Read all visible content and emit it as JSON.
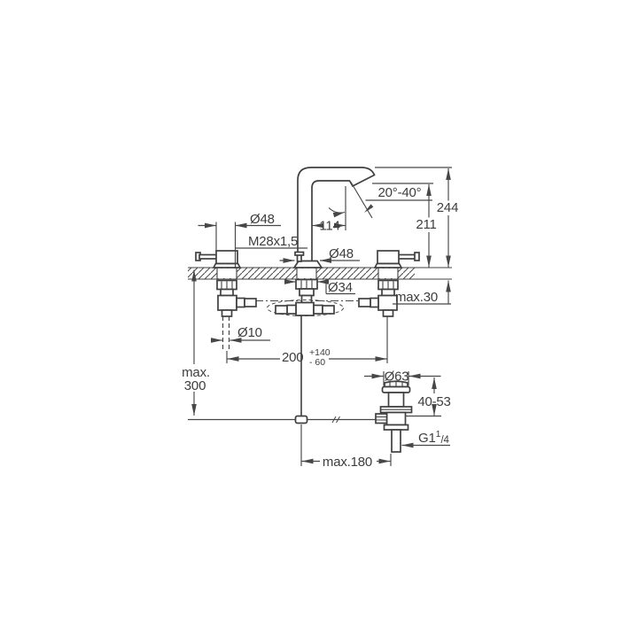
{
  "meta": {
    "background": "#ffffff",
    "line_color": "#404040",
    "text_color": "#3d3d3d",
    "drawing_type": "technical-dimension-drawing",
    "subject": "three-hole basin mixer faucet with pop-up waste, side elevation"
  },
  "labels": {
    "handle_diameter": "Ø48",
    "thread_top": "M28x1,5",
    "spout_reach": "114",
    "angle_range": "20°-40°",
    "height_total": "244",
    "height_outlet": "211",
    "base_diameter": "Ø48",
    "shank_diameter": "Ø34",
    "deck_thickness": "max.30",
    "rod_diameter": "Ø10",
    "hole_distance": "200",
    "hole_distance_tol_plus": "+140",
    "hole_distance_tol_minus": "- 60",
    "depth_max_line1": "max.",
    "depth_max_line2": "300",
    "waste_flange_diameter": "Ø63",
    "waste_height_range": "40-53",
    "waste_thread_main": "G1",
    "waste_thread_sup": "1",
    "waste_thread_frac": "/4",
    "rod_reach": "max.180"
  }
}
